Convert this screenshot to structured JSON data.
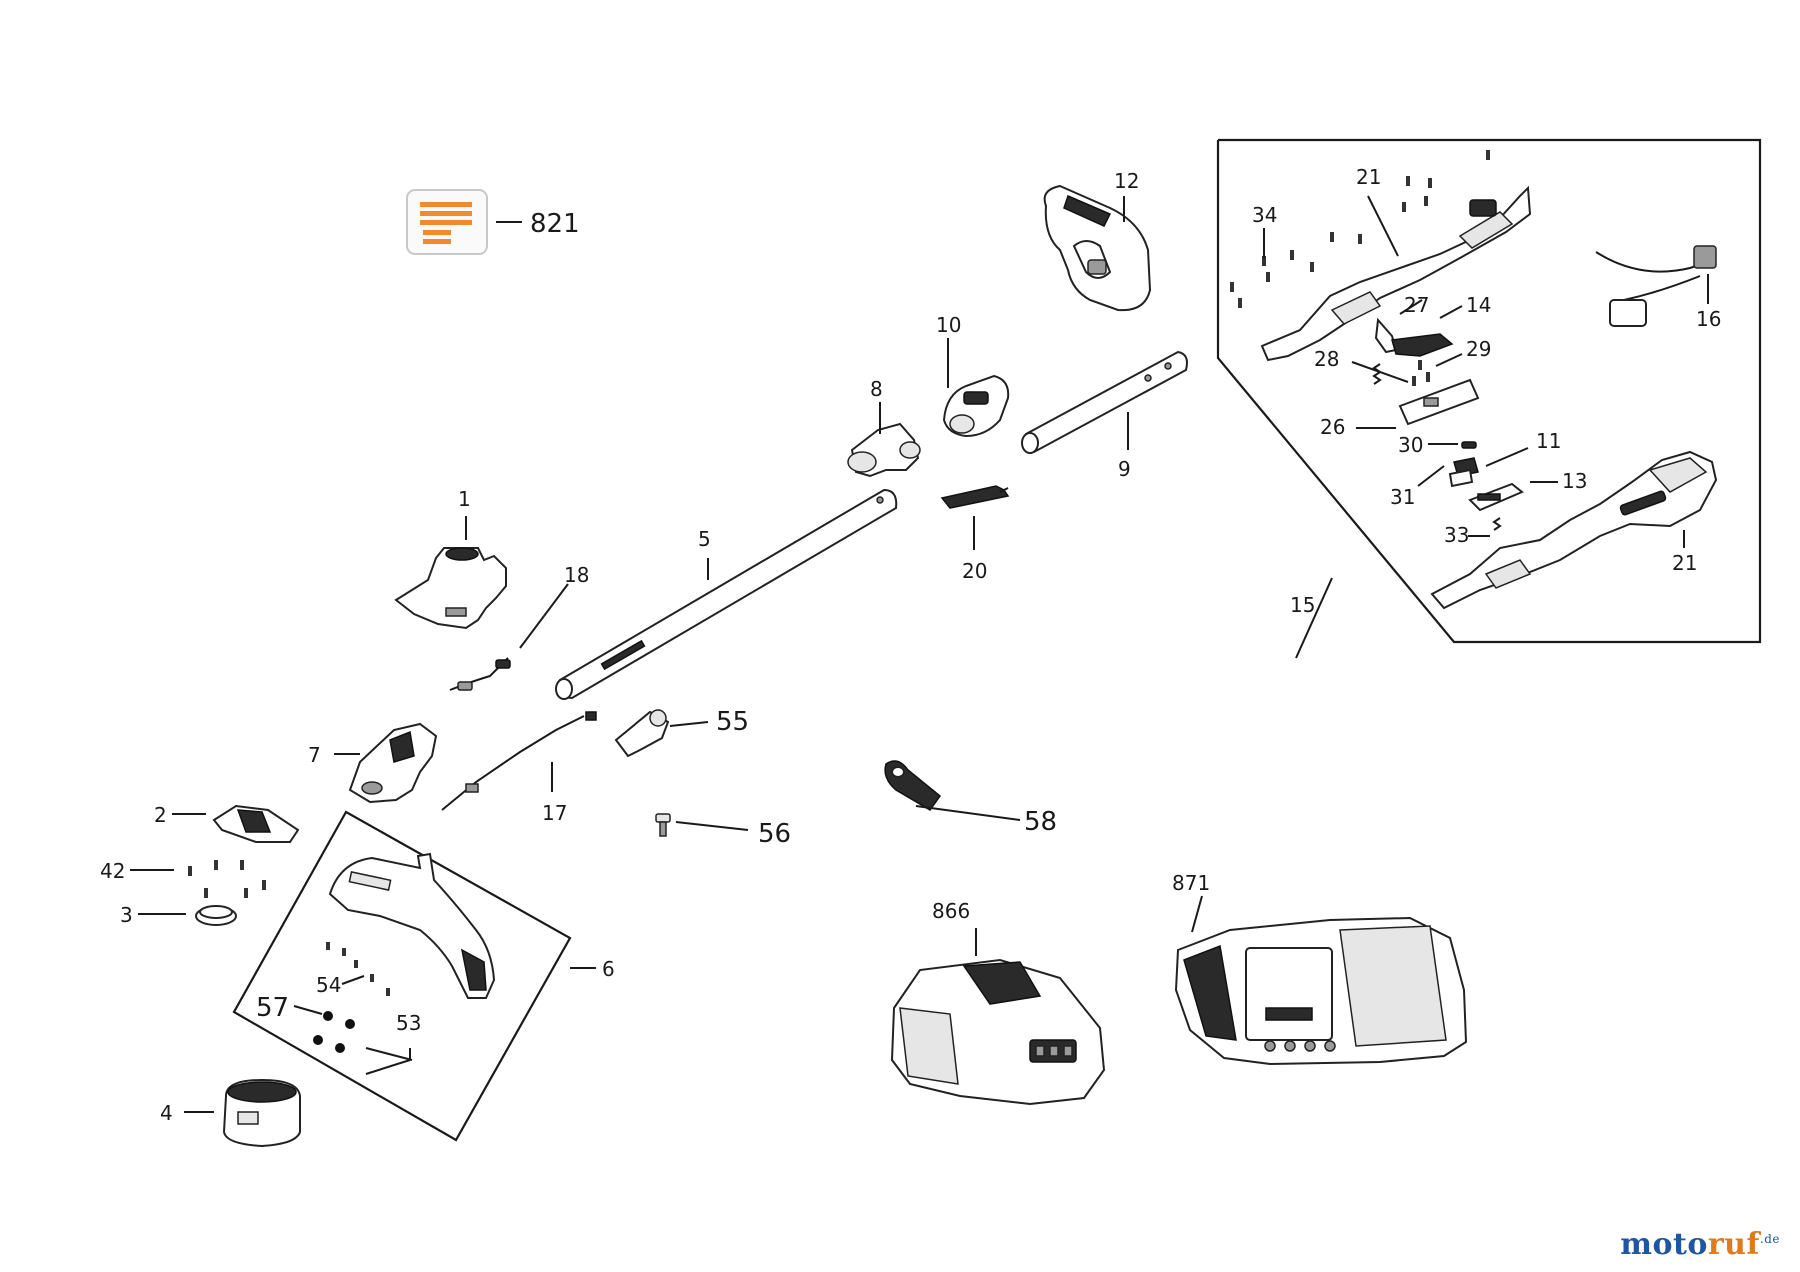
{
  "diagram": {
    "part_numbers": {
      "p821": "821",
      "p12": "12",
      "p21a": "21",
      "p34": "34",
      "p27": "27",
      "p14": "14",
      "p16": "16",
      "p28": "28",
      "p29": "29",
      "p26": "26",
      "p30": "30",
      "p11": "11",
      "p13": "13",
      "p31": "31",
      "p33": "33",
      "p21b": "21",
      "p15": "15",
      "p10": "10",
      "p8": "8",
      "p9": "9",
      "p1": "1",
      "p5": "5",
      "p18": "18",
      "p20": "20",
      "p7": "7",
      "p55": "55",
      "p17": "17",
      "p2": "2",
      "p56": "56",
      "p58": "58",
      "p42": "42",
      "p3": "3",
      "p6": "6",
      "p54": "54",
      "p57": "57",
      "p53": "53",
      "p4": "4",
      "p866": "866",
      "p871": "871"
    },
    "colors": {
      "label_orange": "#f08a2c",
      "label_border": "#c8c8c8",
      "ink": "#1a1a1a"
    }
  },
  "brand": {
    "name_blue": "moto",
    "name_orange": "ruf",
    "suffix": ".de"
  }
}
